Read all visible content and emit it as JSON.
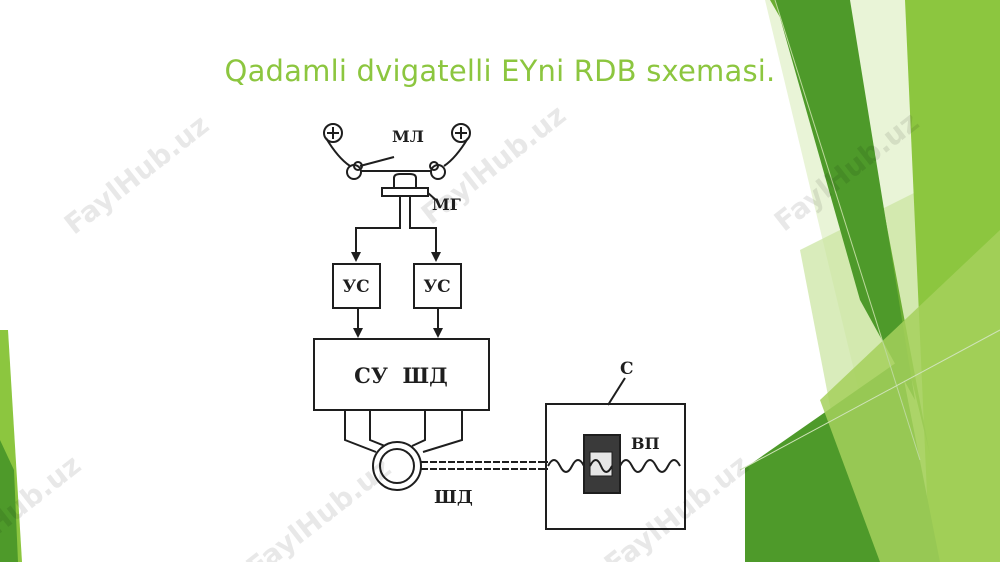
{
  "slide": {
    "title": "Qadamli dvigatelli EYni RDB sxemasi."
  },
  "diagram": {
    "labels": {
      "ml": "МЛ",
      "mg": "МГ",
      "us_left": "УС",
      "us_right": "УС",
      "su_shd": "СУ  ШД",
      "shd": "ШД",
      "c": "С",
      "vp": "ВП"
    }
  },
  "watermark": {
    "text": "FaylHub.uz"
  },
  "colors": {
    "title": "#8cc63f",
    "accent_dark": "#4e9a2a",
    "accent_light": "#a5d05c"
  }
}
